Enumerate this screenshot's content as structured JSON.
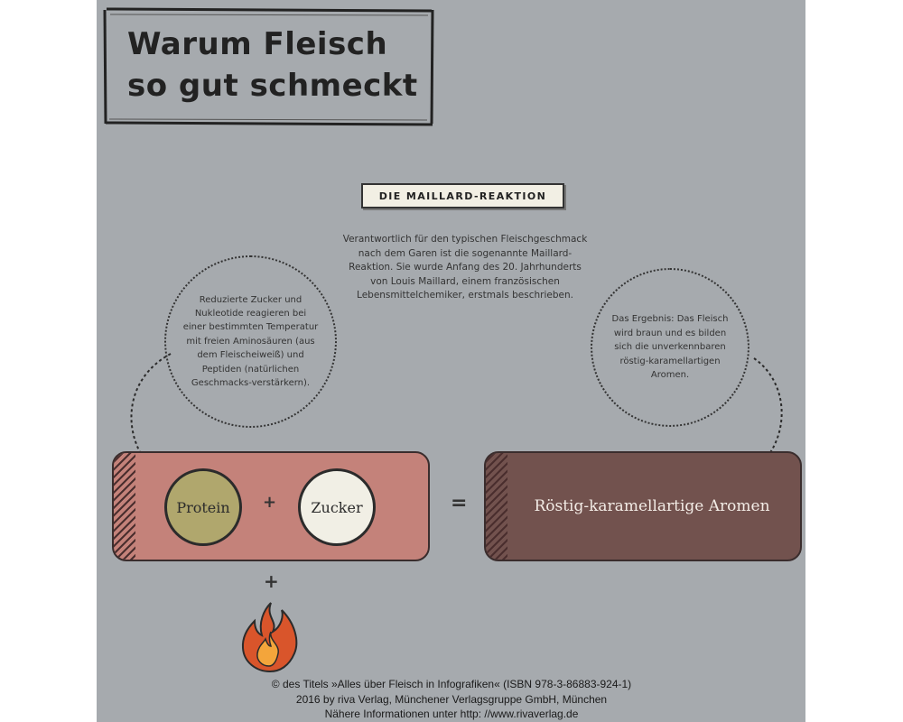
{
  "title": {
    "line1": "Warum Fleisch",
    "line2": "so gut schmeckt"
  },
  "section_badge": "DIE MAILLARD-REAKTION",
  "intro_text": "Verantwortlich für den typischen Fleischgeschmack nach dem Garen ist die sogenannte Maillard-Reaktion. Sie wurde Anfang des 20. Jahrhunderts von Louis Maillard, einem französischen Lebensmittelchemiker, erstmals beschrieben.",
  "left_bubble_text": "Reduzierte Zucker und Nukleotide reagieren bei einer bestimmten Temperatur mit freien Aminosäuren (aus dem Fleischeiweiß) und Peptiden (natürlichen Geschmacks-verstärkern).",
  "right_bubble_text": "Das Ergebnis: Das Fleisch wird braun und es bilden sich die unverkennbaren röstig-karamellartigen Aromen.",
  "equation": {
    "ingredient1": "Protein",
    "operator_plus": "+",
    "ingredient2": "Zucker",
    "operator_equals": "=",
    "result": "Röstig-karamellartige Aromen",
    "plus_below": "+"
  },
  "flame_icon": "fire-icon",
  "colors": {
    "panel_bg": "#a6aaae",
    "left_box": "#c4827a",
    "right_box": "#72524e",
    "protein": "#b0a76d",
    "zucker": "#f1efe5",
    "flame_outer": "#d9552b",
    "flame_inner": "#f3a53b"
  },
  "copyright": {
    "line1": "© des Titels »Alles über Fleisch in Infografiken« (ISBN 978-3-86883-924-1)",
    "line2": "2016 by riva Verlag, Münchener Verlagsgruppe GmbH, München",
    "line3": "Nähere Informationen unter http: //www.rivaverlag.de"
  }
}
